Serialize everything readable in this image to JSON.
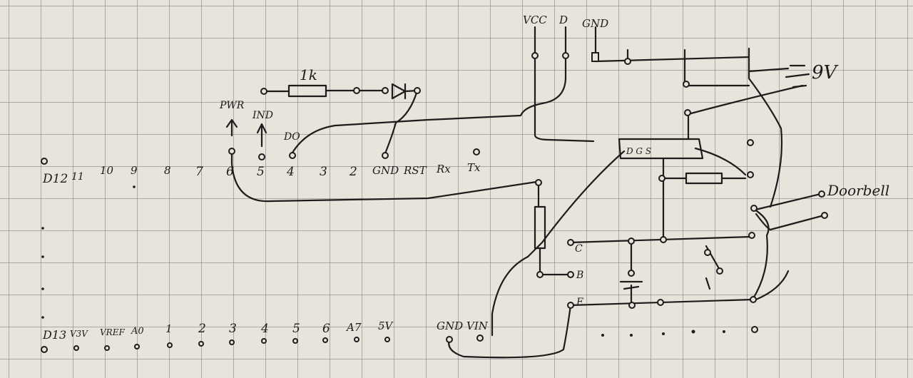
{
  "top_header": {
    "vcc": "VCC",
    "d": "D",
    "gnd": "GND"
  },
  "battery_label": "9V",
  "led_block": {
    "pwr": "PWR",
    "ind": "IND",
    "do": "DO",
    "resistor": "1k"
  },
  "top_header_row": {
    "d12": "D12",
    "d11": "11",
    "d10": "10",
    "d9": "9",
    "d8": "8",
    "d7": "7",
    "d6": "6",
    "d5": "5",
    "d4": "4",
    "d3": "3",
    "d2": "2",
    "gnd": "GND",
    "rst": "RST",
    "rx": "Rx",
    "tx": "Tx"
  },
  "bottom_header_row": {
    "d13": "D13",
    "v3": "V3V",
    "aref": "VREF",
    "a0": "A0",
    "a1": "1",
    "a2": "2",
    "a3": "3",
    "a4": "4",
    "a5": "5",
    "a6": "6",
    "a7": "A7",
    "v5": "5V",
    "gnd": "GND",
    "vin": "VIN"
  },
  "transistor": {
    "c": "C",
    "b": "B",
    "e": "E"
  },
  "relay_pins": "D G S",
  "output_label": "Doorbell"
}
